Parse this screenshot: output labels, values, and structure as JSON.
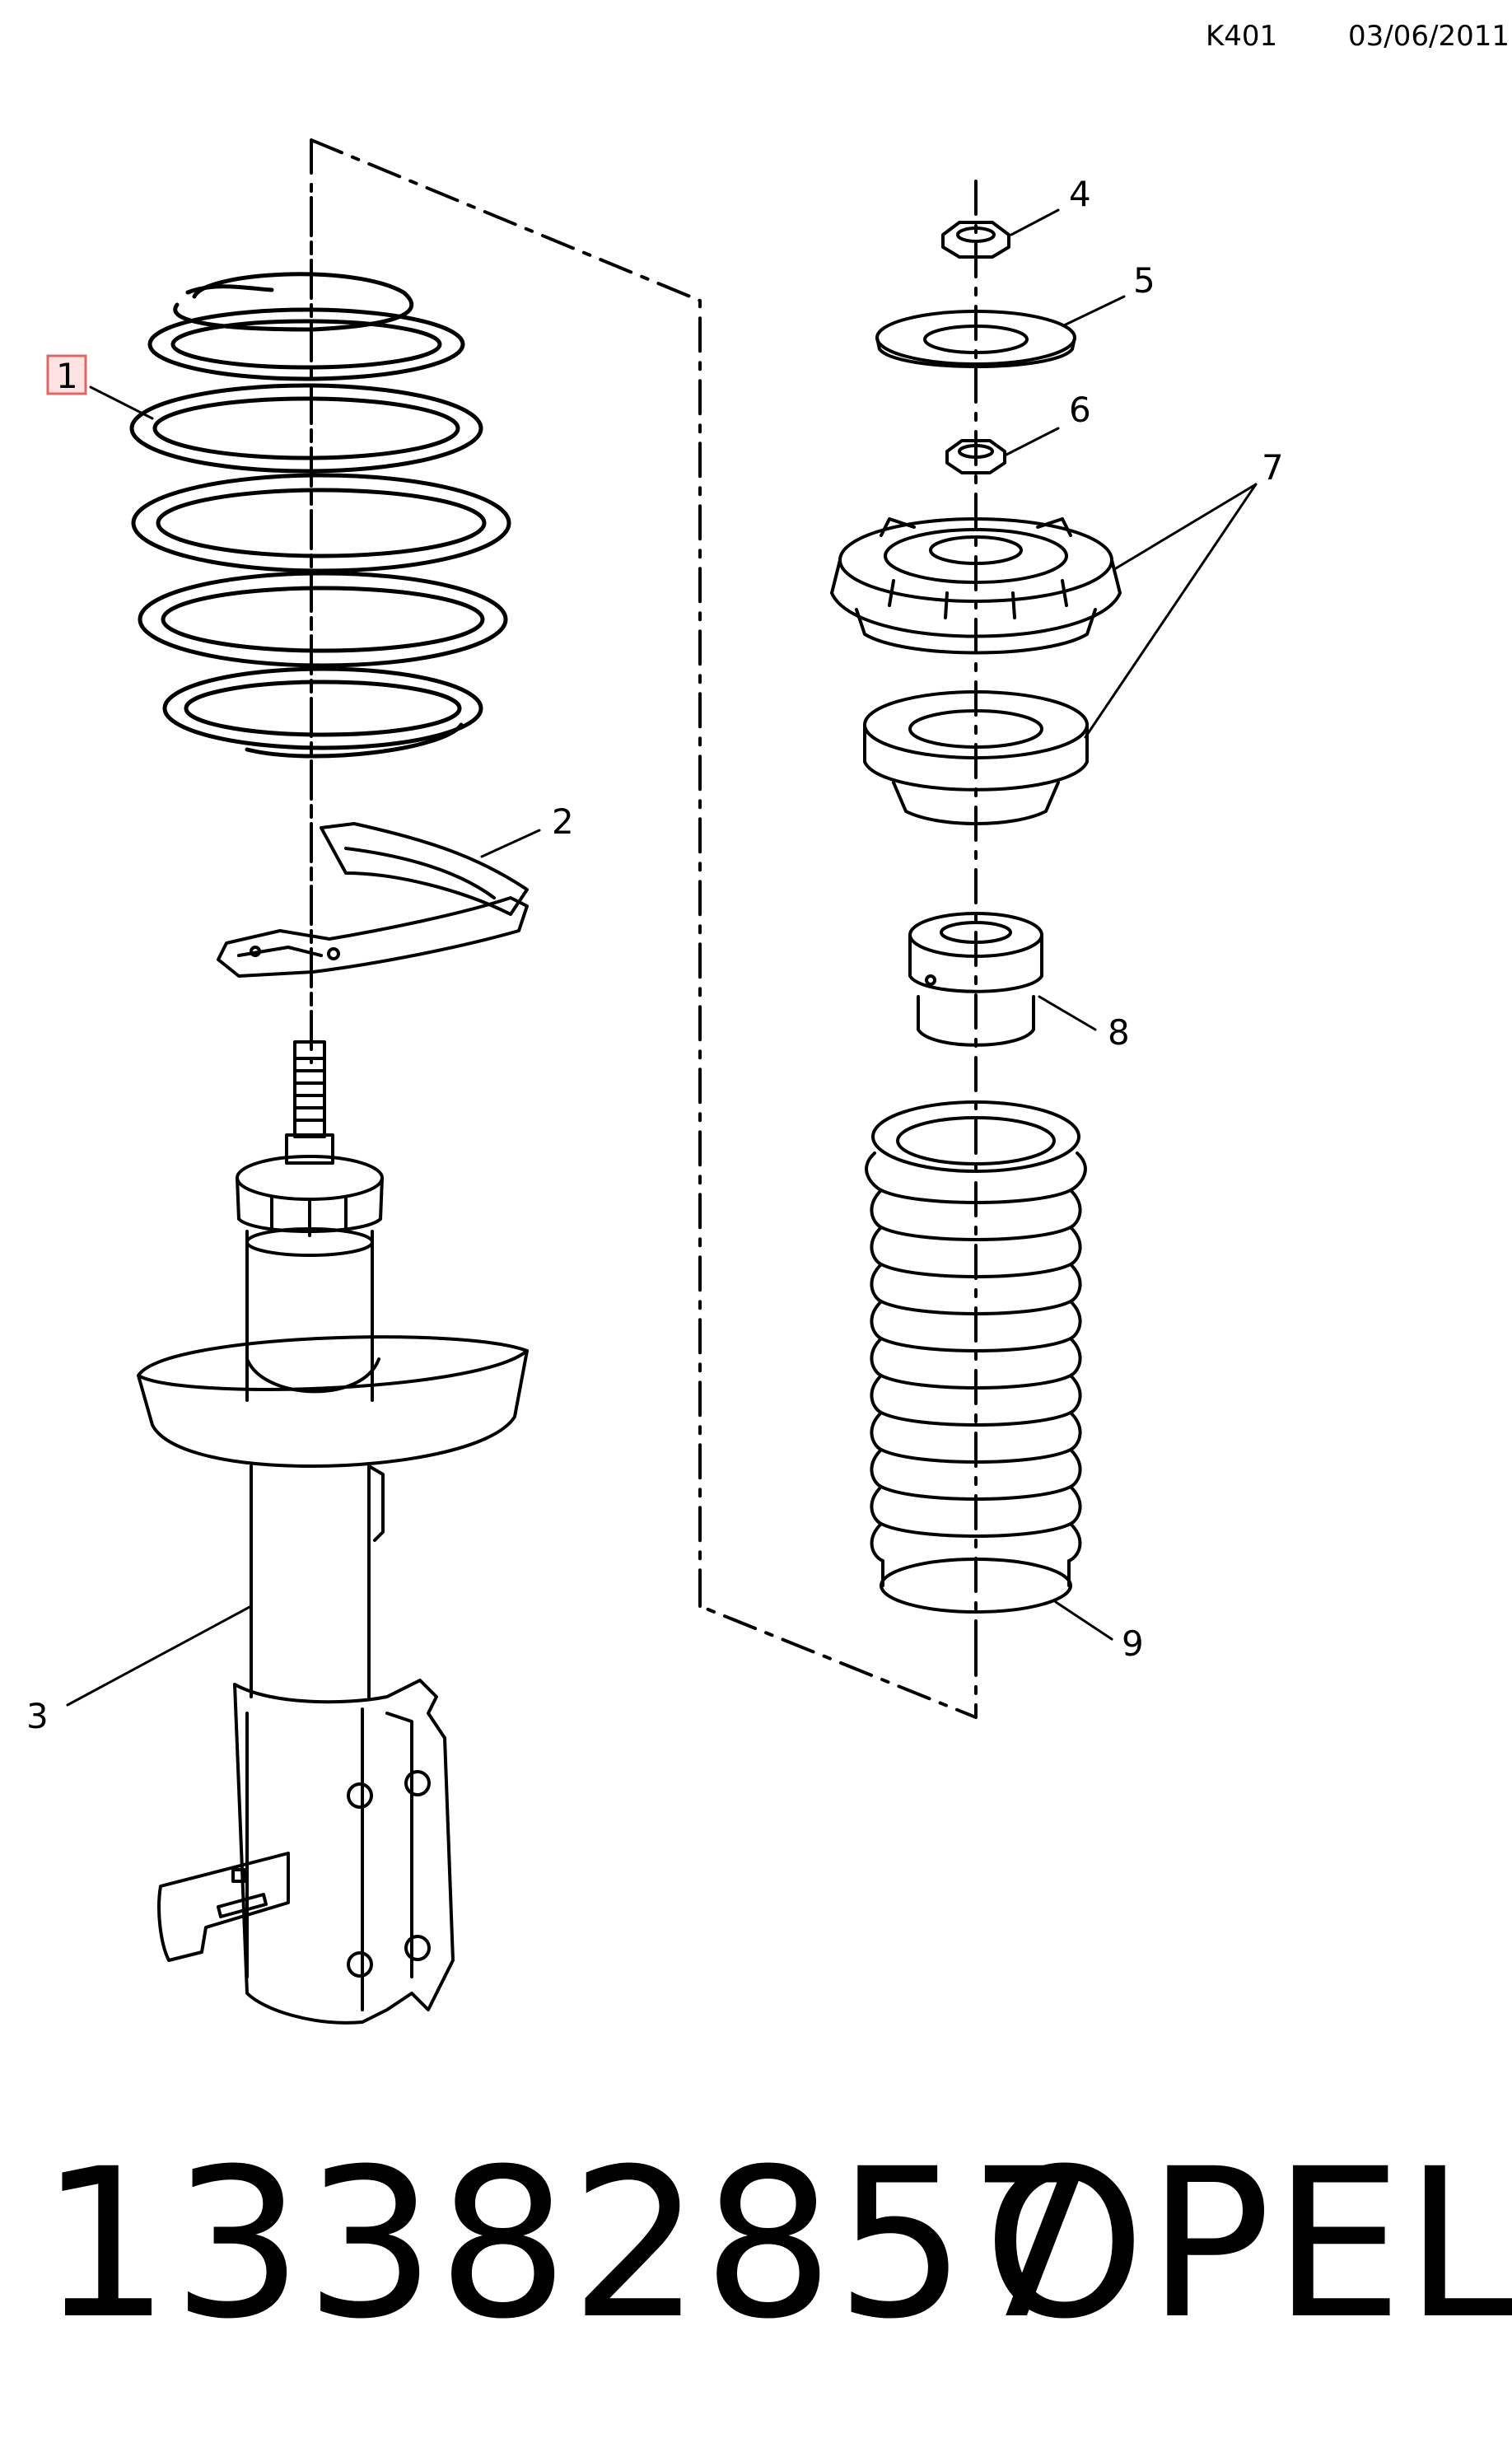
{
  "header": {
    "code": "K401",
    "date": "03/06/2011"
  },
  "callouts": [
    {
      "label": "1",
      "highlighted": true
    },
    {
      "label": "2"
    },
    {
      "label": "3"
    },
    {
      "label": "4"
    },
    {
      "label": "5"
    },
    {
      "label": "6"
    },
    {
      "label": "7"
    },
    {
      "label": "8"
    },
    {
      "label": "9"
    }
  ],
  "footer": {
    "part_number": "13382857",
    "brand": "OPEL"
  },
  "colors": {
    "line": "#000000",
    "highlight_fill": "#fde2e2",
    "highlight_stroke": "#e06666"
  }
}
